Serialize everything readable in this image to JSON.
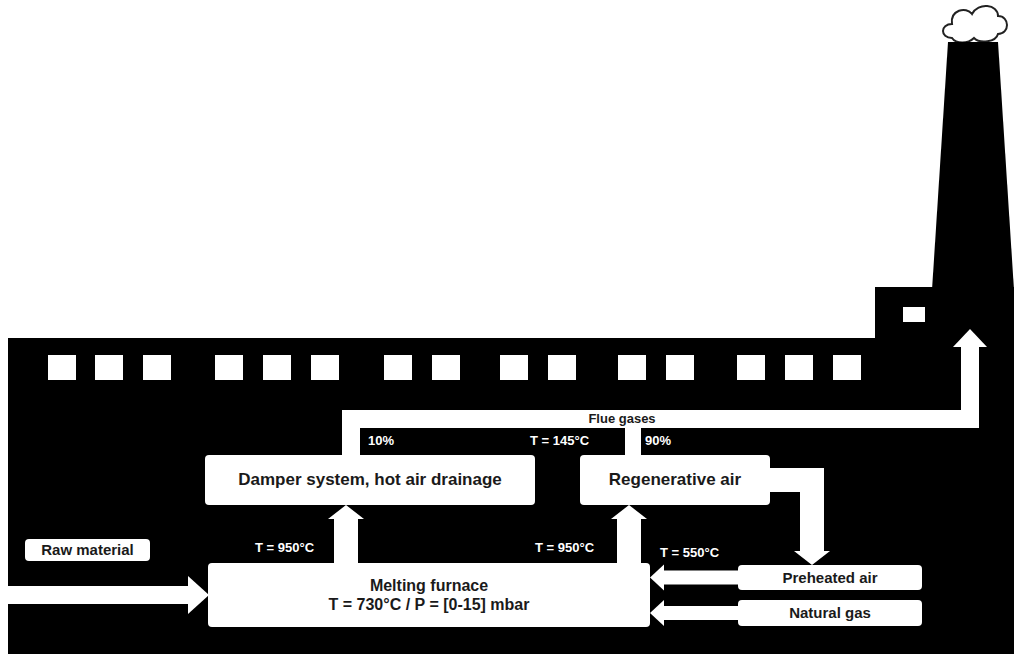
{
  "diagram": {
    "nodes": [
      {
        "text": [
          "Raw material"
        ]
      },
      {
        "text": [
          "Melting furnace",
          "T = 730°C / P = [0-15] mbar"
        ]
      },
      {
        "text": [
          "Damper system, hot air drainage"
        ]
      },
      {
        "text": [
          "Regenerative air"
        ]
      },
      {
        "text": [
          "Preheated air"
        ]
      },
      {
        "text": [
          "Natural gas"
        ]
      }
    ],
    "edges": [
      {
        "from": 1,
        "to": 2,
        "arrow": "to",
        "label": "T = 950°C"
      },
      {
        "from": 1,
        "to": 3,
        "arrow": "to",
        "label": "T = 950°C"
      },
      {
        "from": 3,
        "to": 4,
        "arrow": "to"
      },
      {
        "from": 4,
        "to": 1,
        "arrow": "to",
        "label": "T = 550°C"
      },
      {
        "from": 5,
        "to": 1,
        "arrow": "to"
      }
    ],
    "labels": [
      "Flue gases",
      "10%",
      "T = 145°C",
      "90%"
    ]
  }
}
